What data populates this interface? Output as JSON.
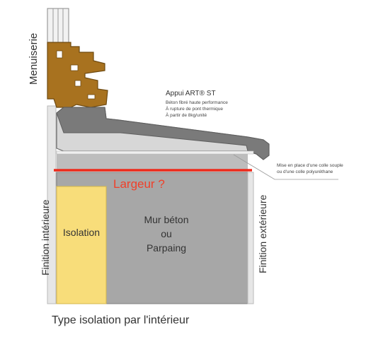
{
  "labels": {
    "menuiserie": "Menuiserie",
    "appui_title": "Appui ART® ST",
    "appui_lines": [
      "Béton fibré haute performance",
      "À rupture de pont thermique",
      "À partir de 8kg/unité"
    ],
    "glue_lines": [
      "Mise en place d'une colle souple",
      "ou d'une colle polyuréthane"
    ],
    "largeur": "Largeur ?",
    "finition_interieure": "Finition intérieure",
    "finition_exterieure": "Finition extérieure",
    "isolation": "Isolation",
    "mur_lines": [
      "Mur béton",
      "ou",
      "Parpaing"
    ],
    "caption": "Type isolation par l'intérieur"
  },
  "colors": {
    "wood": "#a8721f",
    "wood_dark": "#6e4a12",
    "sill": "#7a7a7a",
    "sill_light": "#d7d7d7",
    "wall": "#a7a7a7",
    "insulation": "#f8dd7a",
    "finish_panel": "#e6e6e6",
    "red_line": "#ee2a1b",
    "red_text": "#f0402a"
  }
}
